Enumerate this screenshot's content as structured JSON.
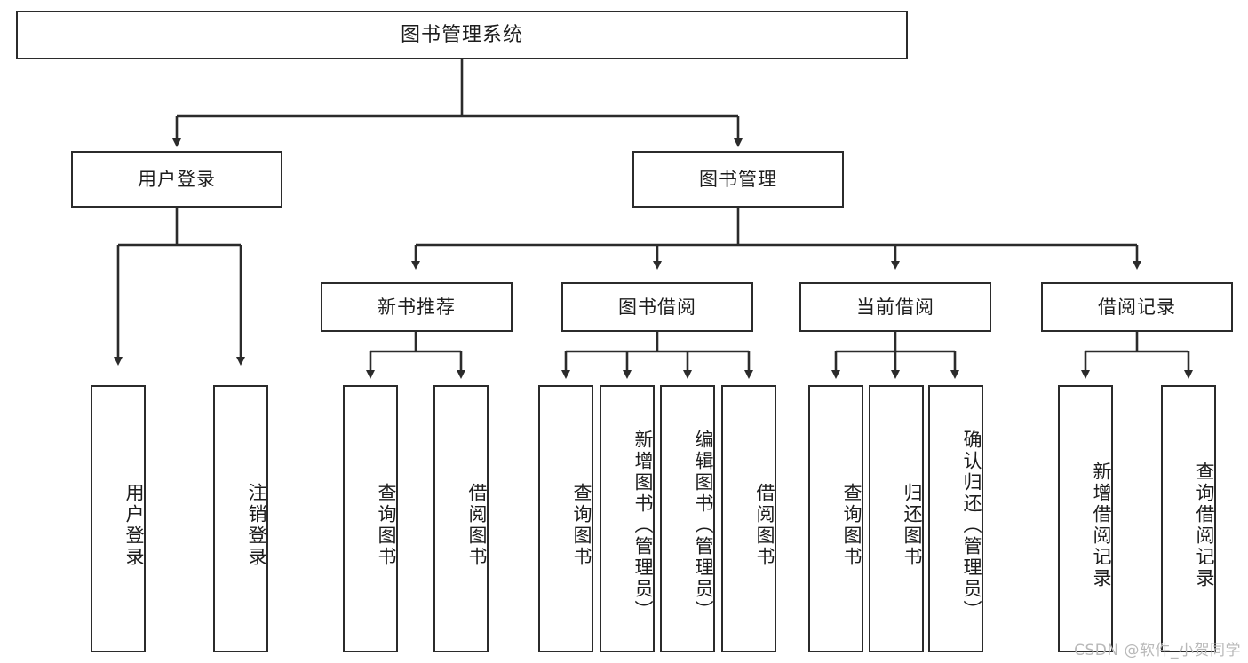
{
  "diagram": {
    "title": "图书管理系统",
    "type": "tree-hierarchy",
    "watermark": "CSDN @软件_小贺同学",
    "colors": {
      "stroke": "#2b2b2b",
      "fill": "#ffffff",
      "text": "#1d1d1d",
      "watermark": "#b9b9b9"
    },
    "root": {
      "label": "图书管理系统"
    },
    "level2": [
      {
        "id": "user-login",
        "label": "用户登录"
      },
      {
        "id": "book-manage",
        "label": "图书管理"
      }
    ],
    "level3": [
      {
        "id": "new-book-recommend",
        "label": "新书推荐",
        "parent": "book-manage"
      },
      {
        "id": "book-borrow",
        "label": "图书借阅",
        "parent": "book-manage"
      },
      {
        "id": "current-borrow",
        "label": "当前借阅",
        "parent": "book-manage"
      },
      {
        "id": "borrow-record",
        "label": "借阅记录",
        "parent": "book-manage"
      }
    ],
    "leaves": [
      {
        "id": "leaf-user-login",
        "label": "用户登录",
        "parent": "user-login"
      },
      {
        "id": "leaf-logout-login",
        "label": "注销登录",
        "parent": "user-login"
      },
      {
        "id": "leaf-query-book-1",
        "label": "查询图书",
        "parent": "new-book-recommend"
      },
      {
        "id": "leaf-borrow-book-1",
        "label": "借阅图书",
        "parent": "new-book-recommend"
      },
      {
        "id": "leaf-query-book-2",
        "label": "查询图书",
        "parent": "book-borrow"
      },
      {
        "id": "leaf-add-book",
        "label": "新增图书（管理员）",
        "parent": "book-borrow"
      },
      {
        "id": "leaf-edit-book",
        "label": "编辑图书（管理员）",
        "parent": "book-borrow"
      },
      {
        "id": "leaf-borrow-book-2",
        "label": "借阅图书",
        "parent": "book-borrow"
      },
      {
        "id": "leaf-query-book-3",
        "label": "查询图书",
        "parent": "current-borrow"
      },
      {
        "id": "leaf-return-book",
        "label": "归还图书",
        "parent": "current-borrow"
      },
      {
        "id": "leaf-confirm-return",
        "label": "确认归还（管理员）",
        "parent": "current-borrow"
      },
      {
        "id": "leaf-add-record",
        "label": "新增借阅记录",
        "parent": "borrow-record"
      },
      {
        "id": "leaf-query-record",
        "label": "查询借阅记录",
        "parent": "borrow-record"
      }
    ]
  }
}
